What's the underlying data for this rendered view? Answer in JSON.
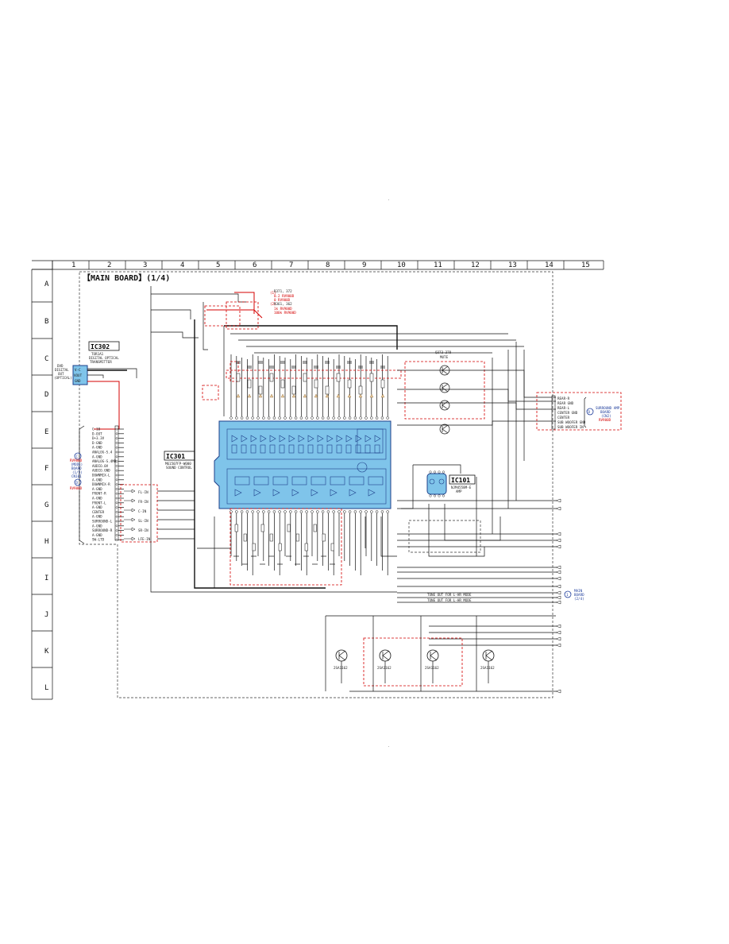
{
  "grid": {
    "columns": [
      "1",
      "2",
      "3",
      "4",
      "5",
      "6",
      "7",
      "8",
      "9",
      "10",
      "11",
      "12",
      "13",
      "14",
      "15"
    ],
    "rows": [
      "A",
      "B",
      "C",
      "D",
      "E",
      "F",
      "G",
      "H",
      "I",
      "J",
      "K",
      "L"
    ]
  },
  "board_title": "【MAIN BOARD】(1/4)",
  "ic302": {
    "name": "IC302",
    "desc": [
      "TOR1A1",
      "DIGITAL OPTICAL",
      "TRANSMITTER"
    ],
    "left_label": [
      "DVD",
      "DIGITAL",
      "OUT",
      "(OPTICAL)"
    ],
    "pins": [
      "V-C",
      "VOUT",
      "GND"
    ]
  },
  "ic301": {
    "name": "IC301",
    "desc": [
      "M61507FP-W000",
      "SOUND CONTROL"
    ]
  },
  "ic101": {
    "name": "IC101",
    "desc": [
      "NJM4558M-E",
      "AMP"
    ]
  },
  "mute_label": [
    "Q373-378",
    "MUTE"
  ],
  "connector_left": {
    "pins": [
      "C-10",
      "D-OUT",
      "D+3.3V",
      "D-GND",
      "A-GND",
      "ANALOG-S.4",
      "A-GND",
      "ANALOG-S.4MB",
      "AUDIO.0V",
      "AUDIO.GND",
      "DOWNMIX-L",
      "A-GND",
      "DOWNMIX-R",
      "A-GND",
      "FRONT-R",
      "A-GND",
      "FRONT-L",
      "A-GND",
      "CENTER",
      "A-GND",
      "SURROUND-L",
      "A-GND",
      "SURROUND-R",
      "A-GND",
      "SW-LTD"
    ],
    "board_ref_c": "C",
    "board_ref_d": "D",
    "board_label": [
      "(MODE)",
      "BOARD",
      "(1/5)",
      "CN101"
    ],
    "red_note_1": "RV900D",
    "red_note_2": "RV900D"
  },
  "line_labels_left": [
    "FL-IN",
    "FR-IN",
    "C-IN",
    "SL-IN",
    "SR-IN",
    "LFE-IN"
  ],
  "connector_right": {
    "pins": [
      "REAR-R",
      "REAR GND",
      "REAR-L",
      "CENTER GND",
      "CENTER",
      "SUB WOOFER GND",
      "SUB WOOFER IN"
    ],
    "ref": "D",
    "label": [
      "SURROUND AMP",
      "BOARD",
      "(CN2)",
      "RV900D"
    ]
  },
  "bottom_ref": {
    "ref": "1",
    "label": [
      "MAIN",
      "BOARD",
      "(2/4)"
    ]
  },
  "notes": {
    "top_ratio": [
      "(1)",
      "R371, 372",
      "0.2 RV900D",
      "0   RV900D"
    ],
    "ratio2": [
      "(2)",
      "R361, 362",
      "1k RV900D",
      "100k RV900D"
    ],
    "tone_mode": "TONE OUT FOR L-HR MODE"
  },
  "transistor_labels": [
    "2SA1162",
    "2SA1162",
    "2SA1162",
    "2SA1162"
  ],
  "page_dots": [
    ".",
    "."
  ],
  "colors": {
    "ic_fill": "#7fc4ea",
    "ic_stroke": "#1e3f8a",
    "red_annotation": "#d40000",
    "ink": "#111111"
  }
}
